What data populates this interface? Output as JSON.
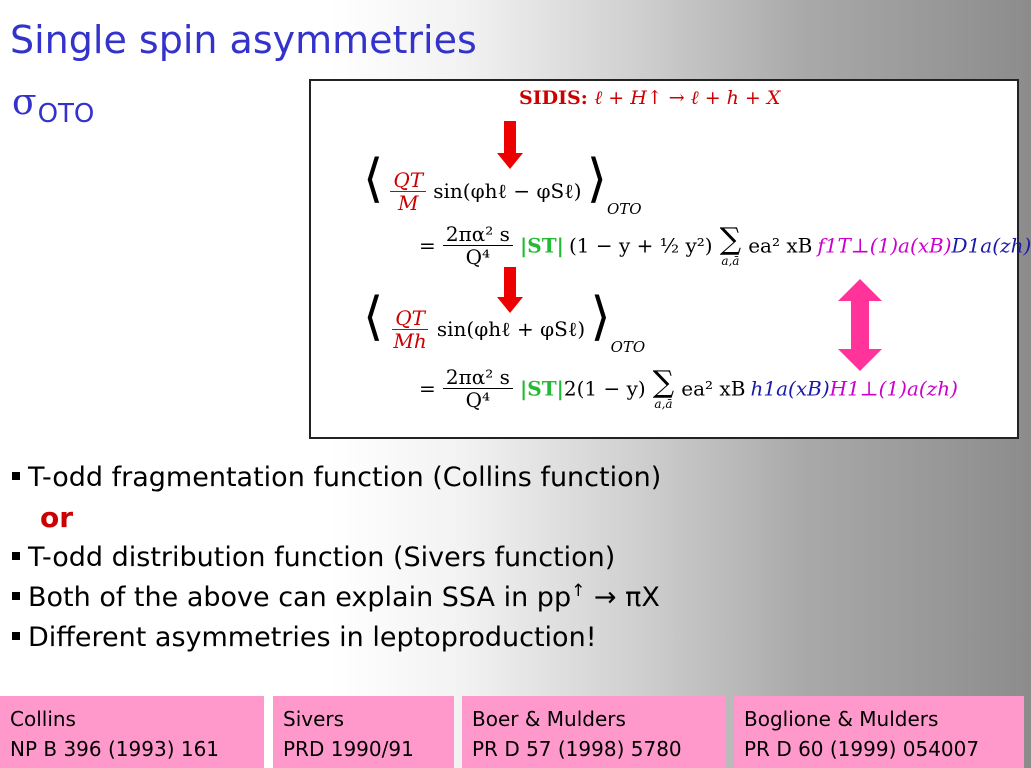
{
  "slide": {
    "title": "Single spin asymmetries",
    "subtitle_symbol": "σ",
    "subtitle_sub": "OTO"
  },
  "formula": {
    "sidis_label": "SIDIS:",
    "sidis_process": "ℓ + H↑ → ℓ + h + X",
    "eq1_lhs_num": "QT",
    "eq1_lhs_den": "M",
    "eq1_lhs_angle": "sin(φhℓ − φSℓ)",
    "oto": "OTO",
    "eq1_pref_num": "2πα² s",
    "eq1_pref_den": "Q⁴",
    "eq1_spin": "|ST|",
    "eq1_factor": "(1 − y + ½ y²)",
    "eq1_sum_lim": "a,ā",
    "eq1_term": "ea² xB",
    "eq1_dist": "f1T⊥(1)a(xB)",
    "eq1_frag": "D1a(zh)",
    "eq2_lhs_num": "QT",
    "eq2_lhs_den": "Mh",
    "eq2_lhs_angle": "sin(φhℓ + φSℓ)",
    "eq2_factor": "2(1 − y)",
    "eq2_dist": "h1a(xB)",
    "eq2_frag": "H1⊥(1)a(zh)"
  },
  "bullets": {
    "items": [
      {
        "text": "T-odd fragmentation function (Collins function)"
      },
      {
        "text": "T-odd distribution function (Sivers function)"
      },
      {
        "text_a": "Both of the above can explain SSA in pp",
        "sup": "↑",
        "text_b": " → πX"
      },
      {
        "text": "Different asymmetries in leptoproduction!"
      }
    ],
    "or_label": "or"
  },
  "references": [
    {
      "line1": "Collins",
      "line2": "NP B 396 (1993) 161"
    },
    {
      "line1": "Sivers",
      "line2": "PRD 1990/91"
    },
    {
      "line1": "Boer &  Mulders",
      "line2": "PR D 57 (1998) 5780"
    },
    {
      "line1": "Boglione & Mulders",
      "line2": "PR D 60 (1999) 054007"
    }
  ],
  "colors": {
    "title": "#3333cc",
    "accent_red": "#ee0000",
    "arrow_magenta": "#ff3399",
    "reference_bg": "#ff99cc"
  },
  "icons": {
    "bullet": "square-bullet-icon",
    "arrow_down": "red-down-arrow-icon",
    "double_arrow": "magenta-double-arrow-icon"
  }
}
